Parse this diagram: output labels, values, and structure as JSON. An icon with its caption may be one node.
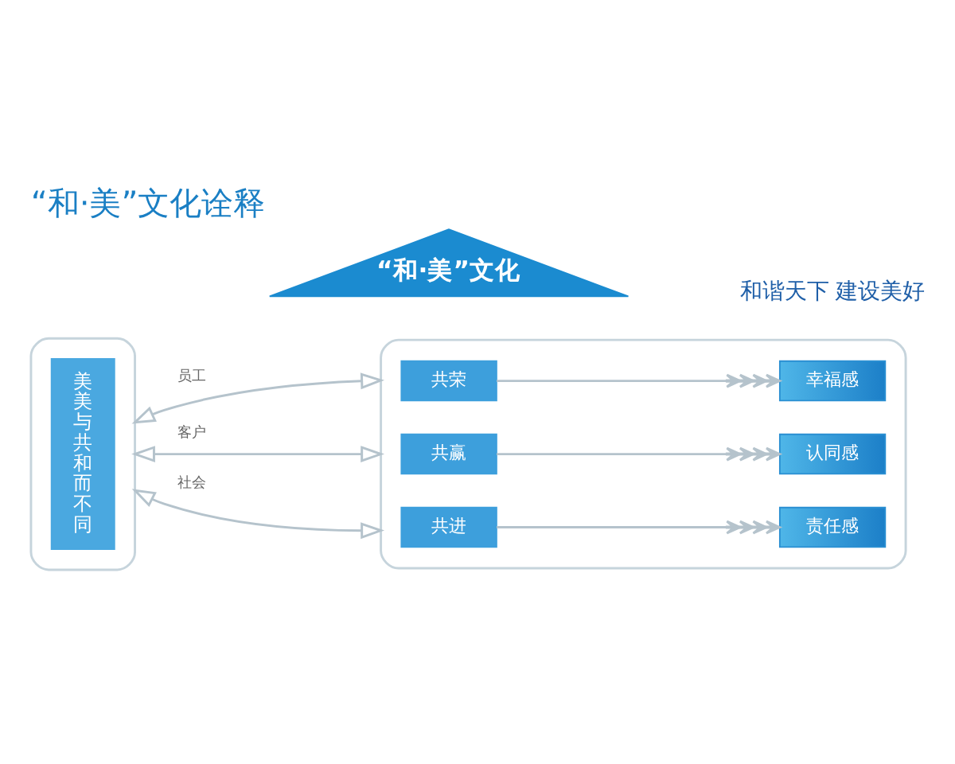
{
  "diagram": {
    "title": "“和·美”文化诠释",
    "nodes": [
      {
        "text": [
          "“和·美”文化"
        ]
      },
      {
        "text": [],
        "shape": "box"
      },
      {
        "text": [
          "美美与共和而不同"
        ],
        "in": 1
      },
      {
        "text": [],
        "shape": "box"
      },
      {
        "text": [
          "共荣"
        ],
        "in": 3
      },
      {
        "text": [
          "幸福感"
        ],
        "in": 3
      },
      {
        "text": [
          "共赢"
        ],
        "in": 3
      },
      {
        "text": [
          "认同感"
        ],
        "in": 3
      },
      {
        "text": [
          "共进"
        ],
        "in": 3
      },
      {
        "text": [
          "责任感"
        ],
        "in": 3
      }
    ],
    "edges": [
      {
        "from": 1,
        "to": 3,
        "arrow": "both",
        "label": "员工"
      },
      {
        "from": 1,
        "to": 3,
        "arrow": "both",
        "label": "客户"
      },
      {
        "from": 1,
        "to": 3,
        "arrow": "both",
        "label": "社会"
      },
      {
        "from": 4,
        "to": 5,
        "arrow": "to"
      },
      {
        "from": 6,
        "to": 7,
        "arrow": "to"
      },
      {
        "from": 8,
        "to": 9,
        "arrow": "to"
      }
    ],
    "labels": [
      "和谐天下 建设美好"
    ]
  }
}
